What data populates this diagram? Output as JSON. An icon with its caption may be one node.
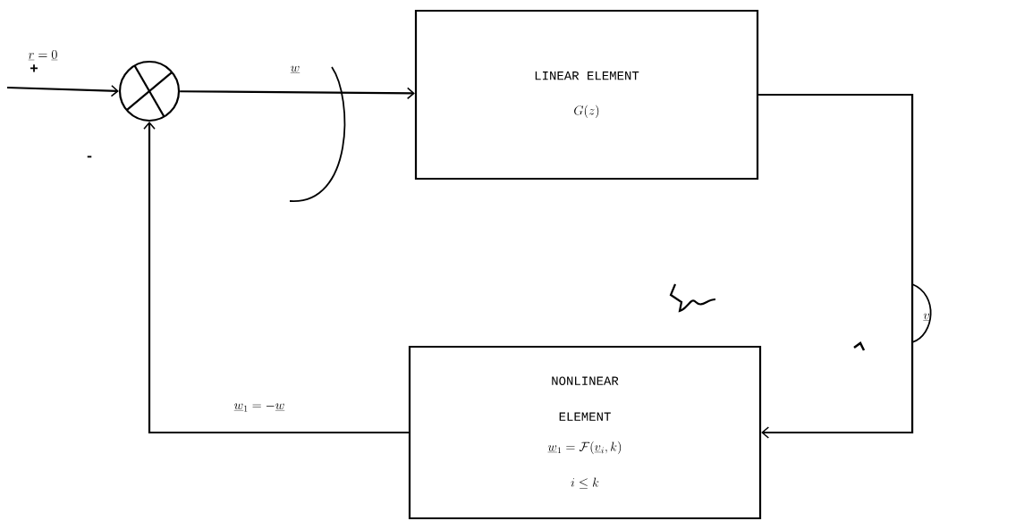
{
  "diagram": {
    "nodes": [
      {
        "text": [],
        "shape": "circle"
      },
      {
        "text": [
          "LINEAR ELEMENT",
          "G(z)"
        ]
      },
      {
        "text": [
          "NONLINEAR ELEMENT",
          "\\underline{w}_1 = \\mathcal{F}(\\underline{v}_i, k)",
          "i \\leq k"
        ]
      }
    ],
    "edges": [
      {
        "from": null,
        "to": 0,
        "arrow": "to",
        "label": "\\underline{r} = \\underline{0}"
      },
      {
        "from": 0,
        "to": 1,
        "arrow": "to",
        "label": "\\underline{w}"
      },
      {
        "from": 1,
        "to": 2,
        "arrow": "to",
        "label": "\\underline{v}"
      },
      {
        "from": 2,
        "to": 0,
        "arrow": "to",
        "label": "\\underline{w}_1 = -\\underline{w}"
      }
    ],
    "labels": [
      "+",
      "-"
    ]
  }
}
